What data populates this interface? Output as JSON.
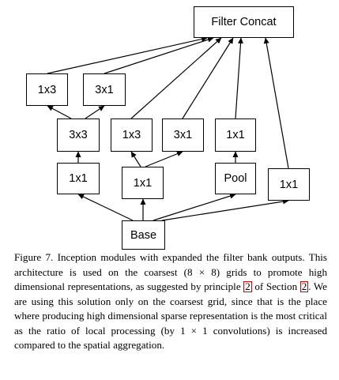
{
  "diagram": {
    "nodes": [
      {
        "id": "concat",
        "label": "Filter Concat"
      },
      {
        "id": "l1",
        "label": "1x3"
      },
      {
        "id": "l2",
        "label": "3x1"
      },
      {
        "id": "c33",
        "label": "3x3"
      },
      {
        "id": "b13",
        "label": "1x3"
      },
      {
        "id": "b31",
        "label": "3x1"
      },
      {
        "id": "p11",
        "label": "1x1"
      },
      {
        "id": "a11",
        "label": "1x1"
      },
      {
        "id": "m11",
        "label": "1x1"
      },
      {
        "id": "pool",
        "label": "Pool"
      },
      {
        "id": "r11",
        "label": "1x1"
      },
      {
        "id": "base",
        "label": "Base"
      }
    ],
    "edges": [
      [
        "base",
        "a11"
      ],
      [
        "base",
        "m11"
      ],
      [
        "base",
        "pool"
      ],
      [
        "base",
        "r11"
      ],
      [
        "a11",
        "c33"
      ],
      [
        "c33",
        "l1"
      ],
      [
        "c33",
        "l2"
      ],
      [
        "m11",
        "b13"
      ],
      [
        "m11",
        "b31"
      ],
      [
        "pool",
        "p11"
      ],
      [
        "l1",
        "concat"
      ],
      [
        "l2",
        "concat"
      ],
      [
        "b13",
        "concat"
      ],
      [
        "b31",
        "concat"
      ],
      [
        "p11",
        "concat"
      ],
      [
        "r11",
        "concat"
      ]
    ]
  },
  "caption": {
    "s1": "Figure 7. Inception modules with expanded the filter bank outputs. This architecture is used on the coarsest (8 × 8) grids to promote high dimensional representations, as suggested by principle ",
    "ref1": "2",
    "s2": " of Section ",
    "ref2": "2",
    "s3": ". We are using this solution only on the coarsest grid, since that is the place where producing high dimensional sparse representation is the most critical as the ratio of local processing (by 1 × 1 convolutions) is increased compared to the spatial aggregation."
  }
}
